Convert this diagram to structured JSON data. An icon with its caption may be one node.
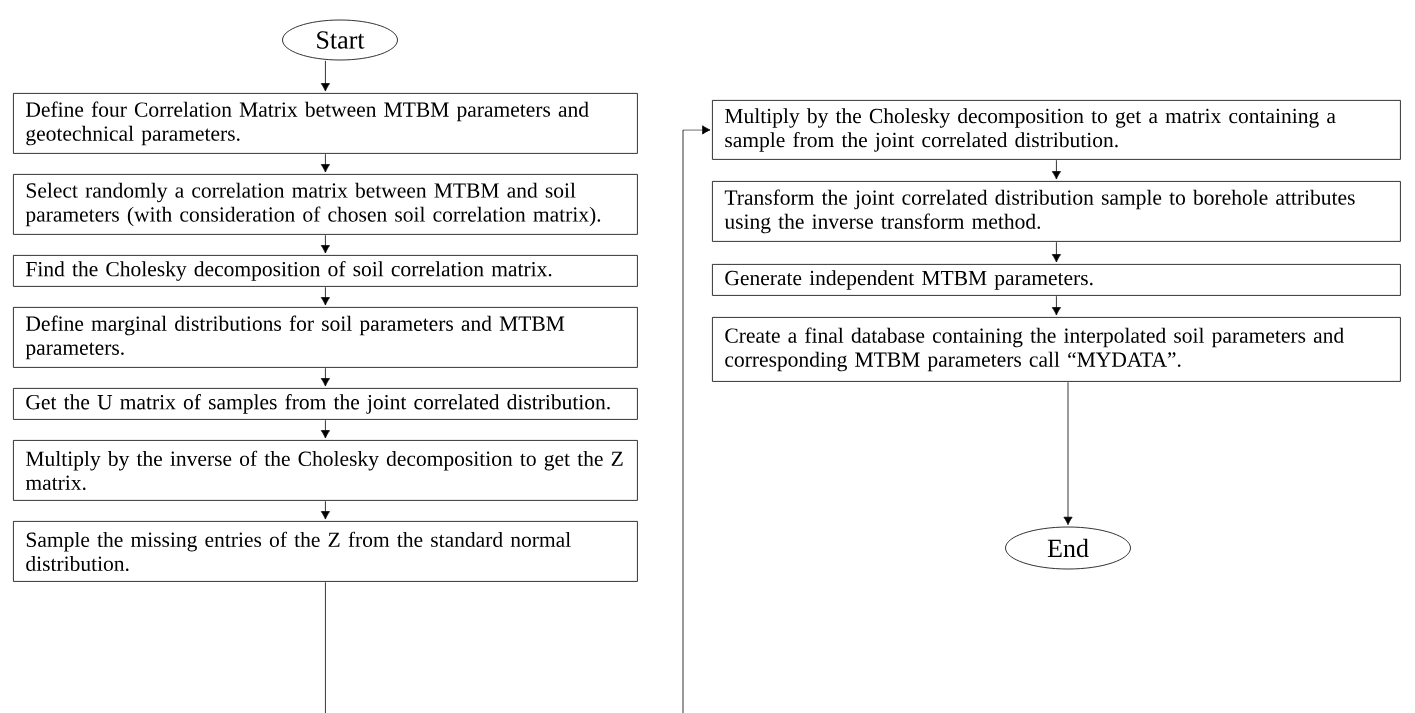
{
  "diagram": {
    "nodes": [
      {
        "text": [
          "Start"
        ]
      },
      {
        "text": [
          "Define four Correlation Matrix between MTBM parameters and geotechnical parameters."
        ]
      },
      {
        "text": [
          "Select randomly a correlation matrix between MTBM and soil parameters (with consideration of chosen soil correlation matrix)."
        ]
      },
      {
        "text": [
          "Find the Cholesky decomposition of soil correlation matrix."
        ]
      },
      {
        "text": [
          "Define marginal distributions for soil parameters and MTBM parameters."
        ]
      },
      {
        "text": [
          "Get the U matrix of samples from the joint correlated distribution."
        ]
      },
      {
        "text": [
          "Multiply by the inverse of the Cholesky decomposition to get the Z matrix."
        ]
      },
      {
        "text": [
          "Sample the missing entries of the Z from the standard normal distribution."
        ]
      },
      {
        "text": [
          "Multiply by the Cholesky decomposition to get a matrix containing a sample from the joint correlated distribution."
        ]
      },
      {
        "text": [
          "Transform the joint correlated distribution sample to borehole attributes using the inverse transform method."
        ]
      },
      {
        "text": [
          "Generate independent MTBM parameters."
        ]
      },
      {
        "text": [
          "Create a final database containing the interpolated soil parameters and corresponding MTBM parameters call “MYDATA”."
        ]
      },
      {
        "text": [
          "End"
        ]
      }
    ],
    "edges": [
      {
        "from": 0,
        "to": 1,
        "arrow": "to"
      },
      {
        "from": 1,
        "to": 2,
        "arrow": "to"
      },
      {
        "from": 2,
        "to": 3,
        "arrow": "to"
      },
      {
        "from": 3,
        "to": 4,
        "arrow": "to"
      },
      {
        "from": 4,
        "to": 5,
        "arrow": "to"
      },
      {
        "from": 5,
        "to": 6,
        "arrow": "to"
      },
      {
        "from": 6,
        "to": 7,
        "arrow": "to"
      },
      {
        "from": 7,
        "to": 8,
        "arrow": "to"
      },
      {
        "from": 8,
        "to": 9,
        "arrow": "to"
      },
      {
        "from": 9,
        "to": 10,
        "arrow": "to"
      },
      {
        "from": 10,
        "to": 11,
        "arrow": "to"
      },
      {
        "from": 11,
        "to": 12,
        "arrow": "to"
      }
    ]
  }
}
